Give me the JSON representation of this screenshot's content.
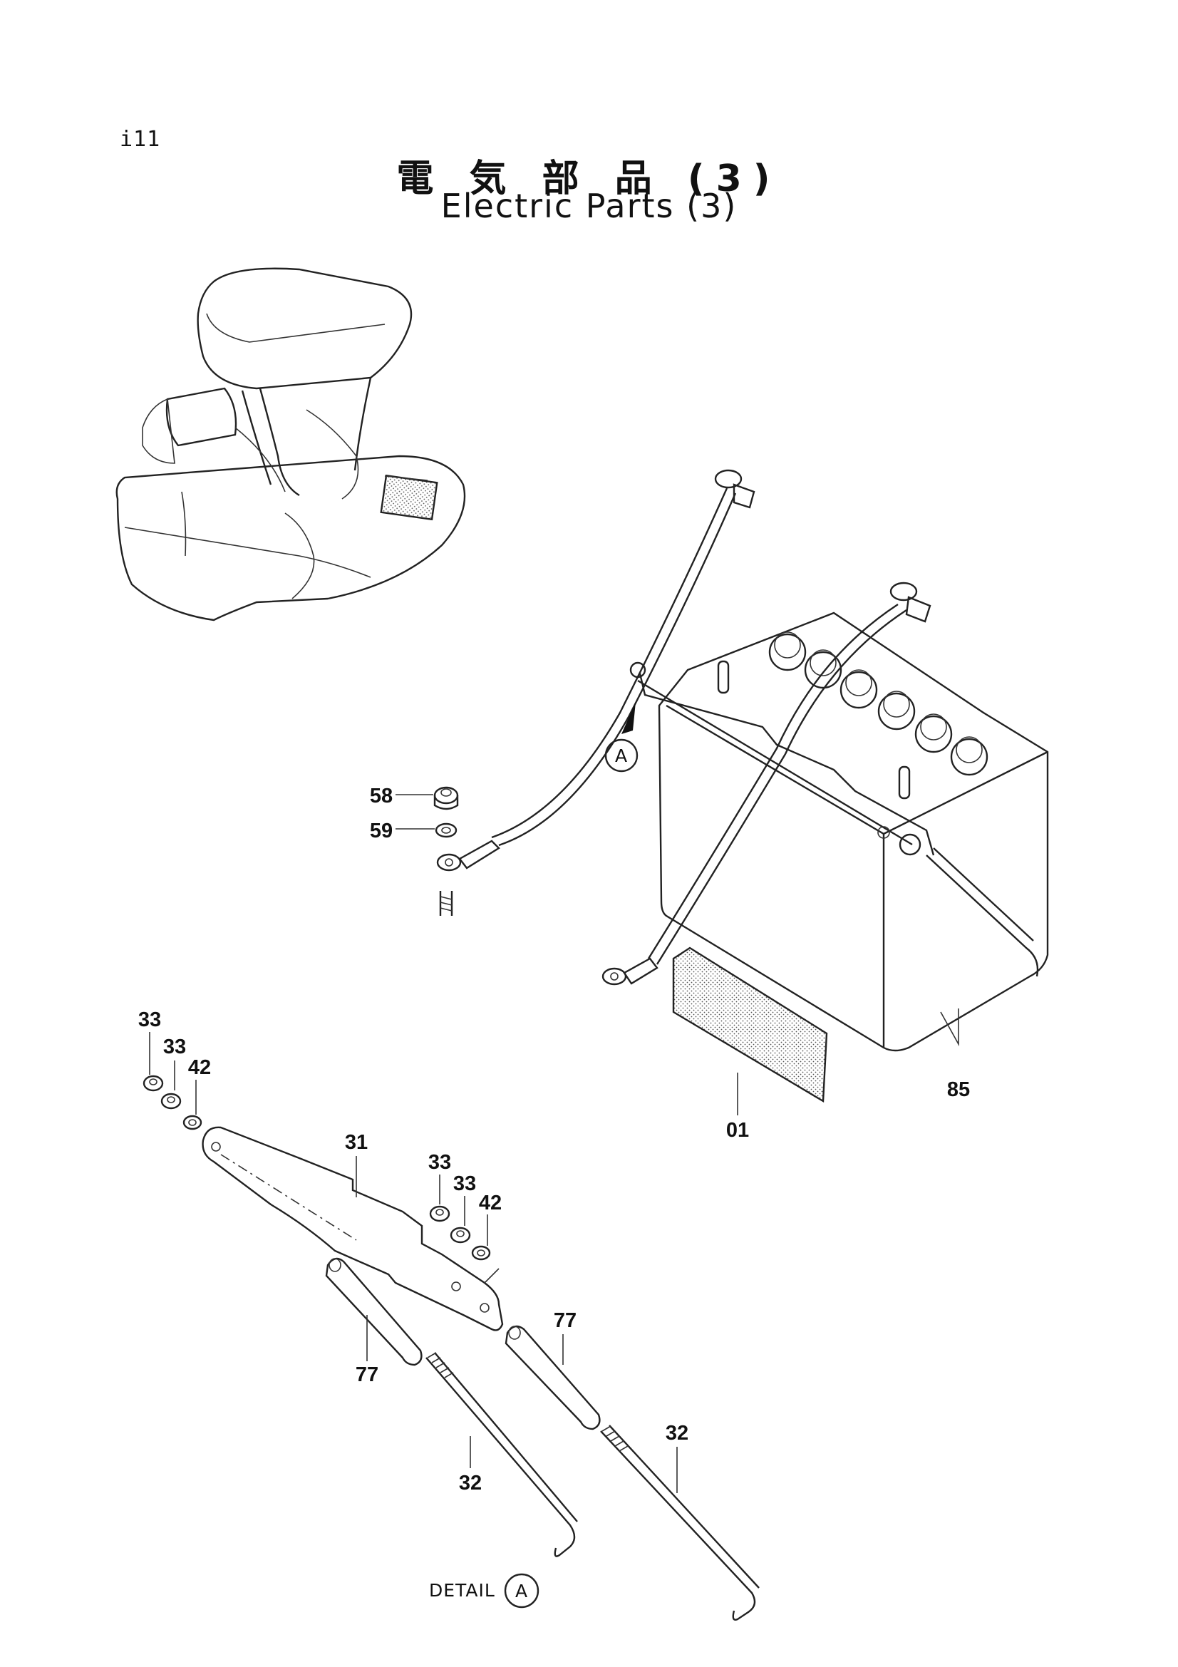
{
  "page_number": "i11",
  "title_jp": "電 気 部 品 (3)",
  "title_en": "Electric Parts (3)",
  "callouts": {
    "p58": "58",
    "p59": "59",
    "p85": "85",
    "p01": "01",
    "p33a": "33",
    "p33b": "33",
    "p42a": "42",
    "p31": "31",
    "p33c": "33",
    "p33d": "33",
    "p42b": "42",
    "p77a": "77",
    "p77b": "77",
    "p32a": "32",
    "p32b": "32"
  },
  "detail_ref": "A",
  "detail_caption": "DETAIL",
  "detail_circle": "A"
}
